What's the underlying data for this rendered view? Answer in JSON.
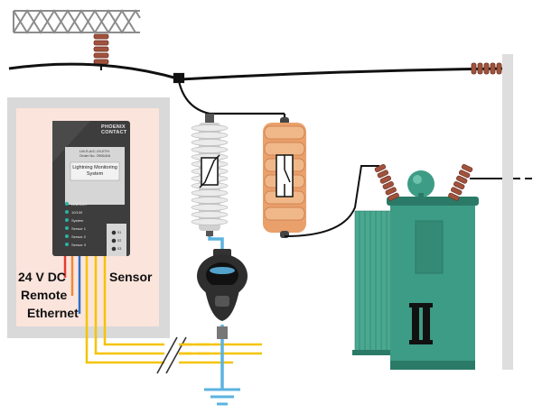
{
  "labels": {
    "power": "24 V DC",
    "remote": "Remote",
    "ethernet": "Ethernet",
    "sensor": "Sensor"
  },
  "device": {
    "brand": "PHOENIX CONTACT",
    "model_line_1": "LM-S-A/C-1S-ETH",
    "model_line_2": "Order No. 2906416",
    "title_line_1": "Lightning Monitoring",
    "title_line_2": "System",
    "leds": [
      "LINE/ACT",
      "10/100",
      "System",
      "Sensor 1",
      "Sensor 2",
      "Sensor 3"
    ],
    "terminals": [
      "S1",
      "S2",
      "S3"
    ]
  },
  "colors": {
    "cabinet_bg": "#fbe4dc",
    "cabinet_frame": "#d9d9d9",
    "device_body": "#3d3d3d",
    "device_panel": "#d6d6d6",
    "led": "#2bb3a0",
    "wire_power": "#e53a2f",
    "wire_remote": "#f0883a",
    "wire_ethernet": "#2c70c9",
    "wire_sensor": "#f5c400",
    "earth": "#5bb3e0",
    "insulator_brown": "#a0523d",
    "arrester_grey": "#e3e3e3",
    "fuse_orange": "#e9a06a",
    "transformer_green": "#3d9c85",
    "pole": "#dedede"
  },
  "icons": [
    "lattice-tower-icon",
    "surge-arrester-icon",
    "fuse-cutout-icon",
    "lightning-sensor-icon",
    "ground-icon",
    "transformer-icon"
  ]
}
